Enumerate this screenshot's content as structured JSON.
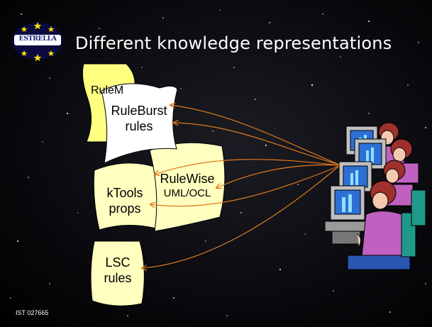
{
  "slide": {
    "title": "Different knowledge representations",
    "logo_text": "ESTRELLA",
    "footer_text": "IST 027665"
  },
  "documents": [
    {
      "id": "rulemap",
      "line1": "RuleM",
      "line2": "",
      "color": "#ffff80"
    },
    {
      "id": "ruleburst",
      "line1": "RuleBurst",
      "line2": "rules",
      "color": "#ffffff"
    },
    {
      "id": "ktools",
      "line1": "kTools",
      "line2": "props",
      "color": "#ffffc0"
    },
    {
      "id": "rulewise",
      "line1": "RuleWise",
      "line2": "UML/OCL",
      "color": "#ffffc0"
    },
    {
      "id": "lsc",
      "line1": "LSC",
      "line2": "rules",
      "color": "#ffffc0"
    }
  ],
  "colors": {
    "arrow": "#e07a1a",
    "document_stroke": "#000000",
    "title": "#ffffff"
  },
  "icons": {
    "users": "group-of-computer-users"
  }
}
